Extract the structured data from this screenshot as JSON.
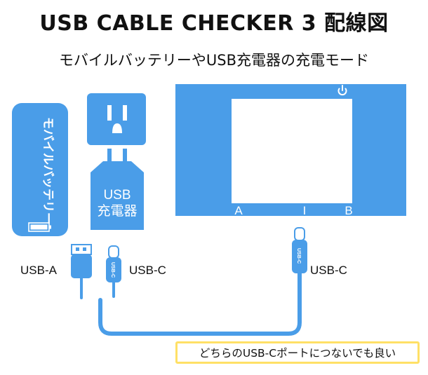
{
  "title": "USB CABLE CHECKER 3 配線図",
  "subtitle": "モバイルバッテリーやUSB充電器の充電モード",
  "battery": {
    "label": "モバイルバッテリー"
  },
  "charger": {
    "label_line1": "USB",
    "label_line2": "充電器"
  },
  "checker": {
    "port_a": "A",
    "port_mid": "I",
    "port_b": "B",
    "power_icon": "power-icon"
  },
  "plugs": {
    "usb_a_label": "USB-A",
    "usb_c_left_label": "USB-C",
    "usb_c_right_label": "USB-C",
    "usb_c_stamp": "USB-C"
  },
  "note": "どちらのUSB-Cポートにつないでも良い",
  "colors": {
    "blue": "#4a9de8",
    "white": "#ffffff",
    "note_border": "#ffe066",
    "text": "#111111"
  }
}
